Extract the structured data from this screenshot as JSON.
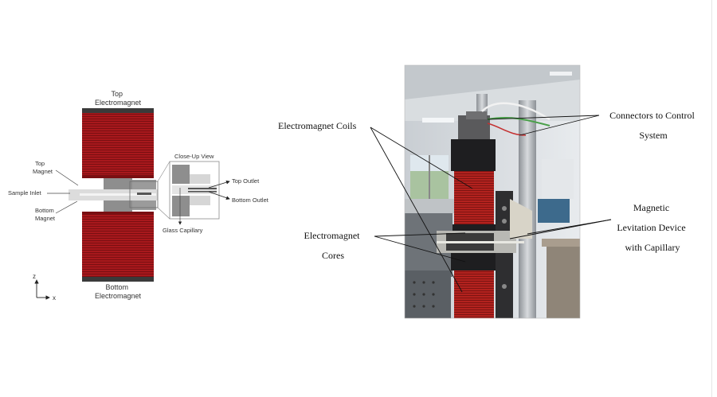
{
  "schematic": {
    "top_electromagnet": [
      "Top",
      "Electromagnet"
    ],
    "bottom_electromagnet": [
      "Bottom",
      "Electromagnet"
    ],
    "top_magnet": [
      "Top",
      "Magnet"
    ],
    "bottom_magnet": [
      "Bottom",
      "Magnet"
    ],
    "sample_inlet": "Sample Inlet",
    "close_up_view": "Close-Up View",
    "top_outlet": "Top Outlet",
    "bottom_outlet": "Bottom Outlet",
    "glass_capillary": "Glass Capillary",
    "axis_z": "z",
    "axis_x": "x"
  },
  "photo": {
    "electromagnet_coils": "Electromagnet Coils",
    "electromagnet_cores": [
      "Electromagnet",
      "Cores"
    ],
    "connectors": [
      "Connectors to Control",
      "System"
    ],
    "levitation_device": [
      "Magnetic",
      "Levitation Device",
      "with Capillary"
    ]
  },
  "colors": {
    "coil_red": "#a8181c",
    "coil_dark": "#3a3a3a",
    "gray_block": "#8e8e8e",
    "light_gray": "#d6d6d6"
  }
}
